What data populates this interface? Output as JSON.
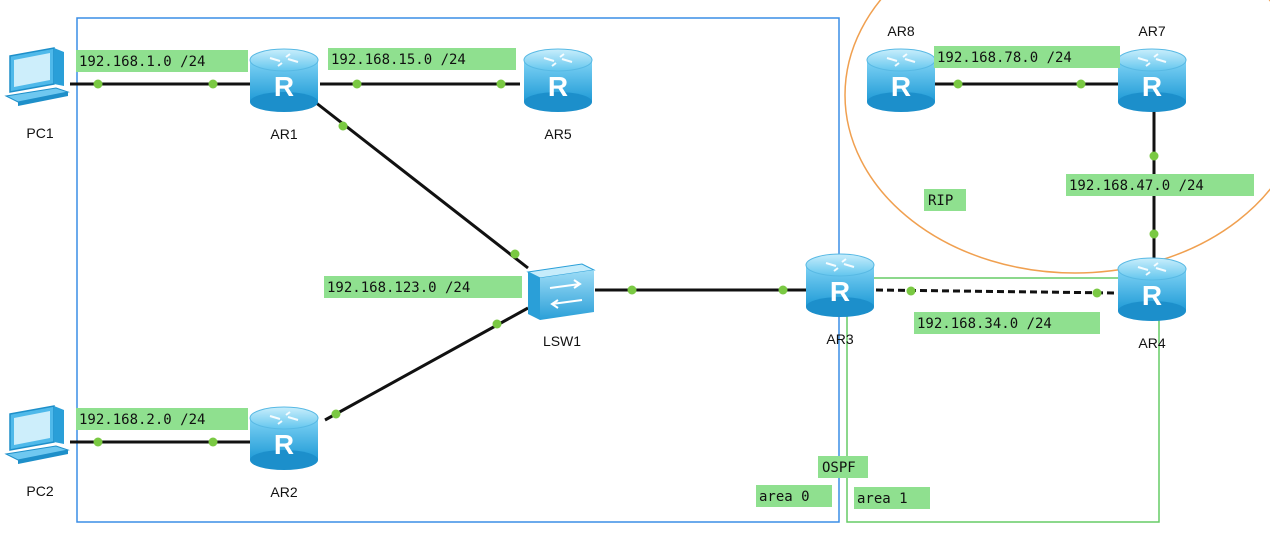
{
  "devices": {
    "pc1": {
      "label": "PC1",
      "icon": "pc-icon"
    },
    "pc2": {
      "label": "PC2",
      "icon": "pc-icon"
    },
    "ar1": {
      "label": "AR1",
      "icon": "router-icon"
    },
    "ar2": {
      "label": "AR2",
      "icon": "router-icon"
    },
    "ar3": {
      "label": "AR3",
      "icon": "router-icon"
    },
    "ar4": {
      "label": "AR4",
      "icon": "router-icon"
    },
    "ar5": {
      "label": "AR5",
      "icon": "router-icon"
    },
    "ar7": {
      "label": "AR7",
      "icon": "router-icon"
    },
    "ar8": {
      "label": "AR8",
      "icon": "router-icon"
    },
    "lsw1": {
      "label": "LSW1",
      "icon": "switch-icon"
    }
  },
  "networks": {
    "n1": "192.168.1.0 /24",
    "n15": "192.168.15.0 /24",
    "n78": "192.168.78.0 /24",
    "n47": "192.168.47.0 /24",
    "n123": "192.168.123.0 /24",
    "n34": "192.168.34.0 /24",
    "n2": "192.168.2.0 /24"
  },
  "regions": {
    "rip": "RIP",
    "ospf": "OSPF",
    "area0": "area 0",
    "area1": "area 1"
  },
  "colors": {
    "area0_border": "#3a8ee6",
    "area1_border": "#66cc66",
    "rip_border": "#f0a050",
    "label_bg": "#8fe08f",
    "link": "#111111",
    "port_dot": "#7ac943",
    "router_body": "#3cb4e6"
  }
}
